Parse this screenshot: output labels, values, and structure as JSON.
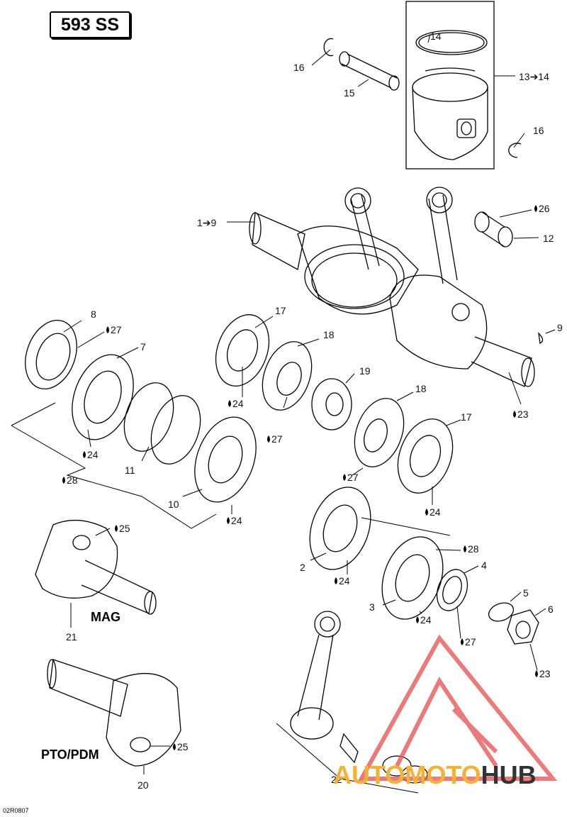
{
  "model": "593 SS",
  "ref_code": "02R0807",
  "labels": {
    "mag": "MAG",
    "pto": "PTO/PDM"
  },
  "callouts": [
    {
      "id": "c14a",
      "text": "14",
      "drop": false
    },
    {
      "id": "c16a",
      "text": "16",
      "drop": false
    },
    {
      "id": "c15",
      "text": "15",
      "drop": false
    },
    {
      "id": "c13",
      "text": "13➔14",
      "drop": false
    },
    {
      "id": "c16b",
      "text": "16",
      "drop": false
    },
    {
      "id": "c1",
      "text": "1➔9",
      "drop": false
    },
    {
      "id": "c26",
      "text": "26",
      "drop": true
    },
    {
      "id": "c12",
      "text": "12",
      "drop": false
    },
    {
      "id": "c8",
      "text": "8",
      "drop": false
    },
    {
      "id": "c27a",
      "text": "27",
      "drop": true
    },
    {
      "id": "c7",
      "text": "7",
      "drop": false
    },
    {
      "id": "c17a",
      "text": "17",
      "drop": false
    },
    {
      "id": "c18a",
      "text": "18",
      "drop": false
    },
    {
      "id": "c9",
      "text": "9",
      "drop": false
    },
    {
      "id": "c19",
      "text": "19",
      "drop": false
    },
    {
      "id": "c24a",
      "text": "24",
      "drop": true
    },
    {
      "id": "c27b",
      "text": "27",
      "drop": true
    },
    {
      "id": "c18b",
      "text": "18",
      "drop": false
    },
    {
      "id": "c23a",
      "text": "23",
      "drop": true
    },
    {
      "id": "c17b",
      "text": "17",
      "drop": false
    },
    {
      "id": "c24b",
      "text": "24",
      "drop": true
    },
    {
      "id": "c11",
      "text": "11",
      "drop": false
    },
    {
      "id": "c28a",
      "text": "28",
      "drop": true
    },
    {
      "id": "c27c",
      "text": "27",
      "drop": true
    },
    {
      "id": "c10",
      "text": "10",
      "drop": false
    },
    {
      "id": "c24c",
      "text": "24",
      "drop": true
    },
    {
      "id": "c24d",
      "text": "24",
      "drop": true
    },
    {
      "id": "c25a",
      "text": "25",
      "drop": true
    },
    {
      "id": "c28b",
      "text": "28",
      "drop": true
    },
    {
      "id": "c4",
      "text": "4",
      "drop": false
    },
    {
      "id": "c2",
      "text": "2",
      "drop": false
    },
    {
      "id": "c24e",
      "text": "24",
      "drop": true
    },
    {
      "id": "c5",
      "text": "5",
      "drop": false
    },
    {
      "id": "c3",
      "text": "3",
      "drop": false
    },
    {
      "id": "c6",
      "text": "6",
      "drop": false
    },
    {
      "id": "c24f",
      "text": "24",
      "drop": true
    },
    {
      "id": "c21",
      "text": "21",
      "drop": false
    },
    {
      "id": "c27d",
      "text": "27",
      "drop": true
    },
    {
      "id": "c23b",
      "text": "23",
      "drop": true
    },
    {
      "id": "c25b",
      "text": "25",
      "drop": true
    },
    {
      "id": "c20",
      "text": "20",
      "drop": false
    },
    {
      "id": "c22",
      "text": "22",
      "drop": false
    }
  ],
  "watermark": {
    "part1": "AUTOMOTO",
    "part2": "HUB",
    "accent": "#f2b23a",
    "logo_color": "#e85a5a"
  }
}
